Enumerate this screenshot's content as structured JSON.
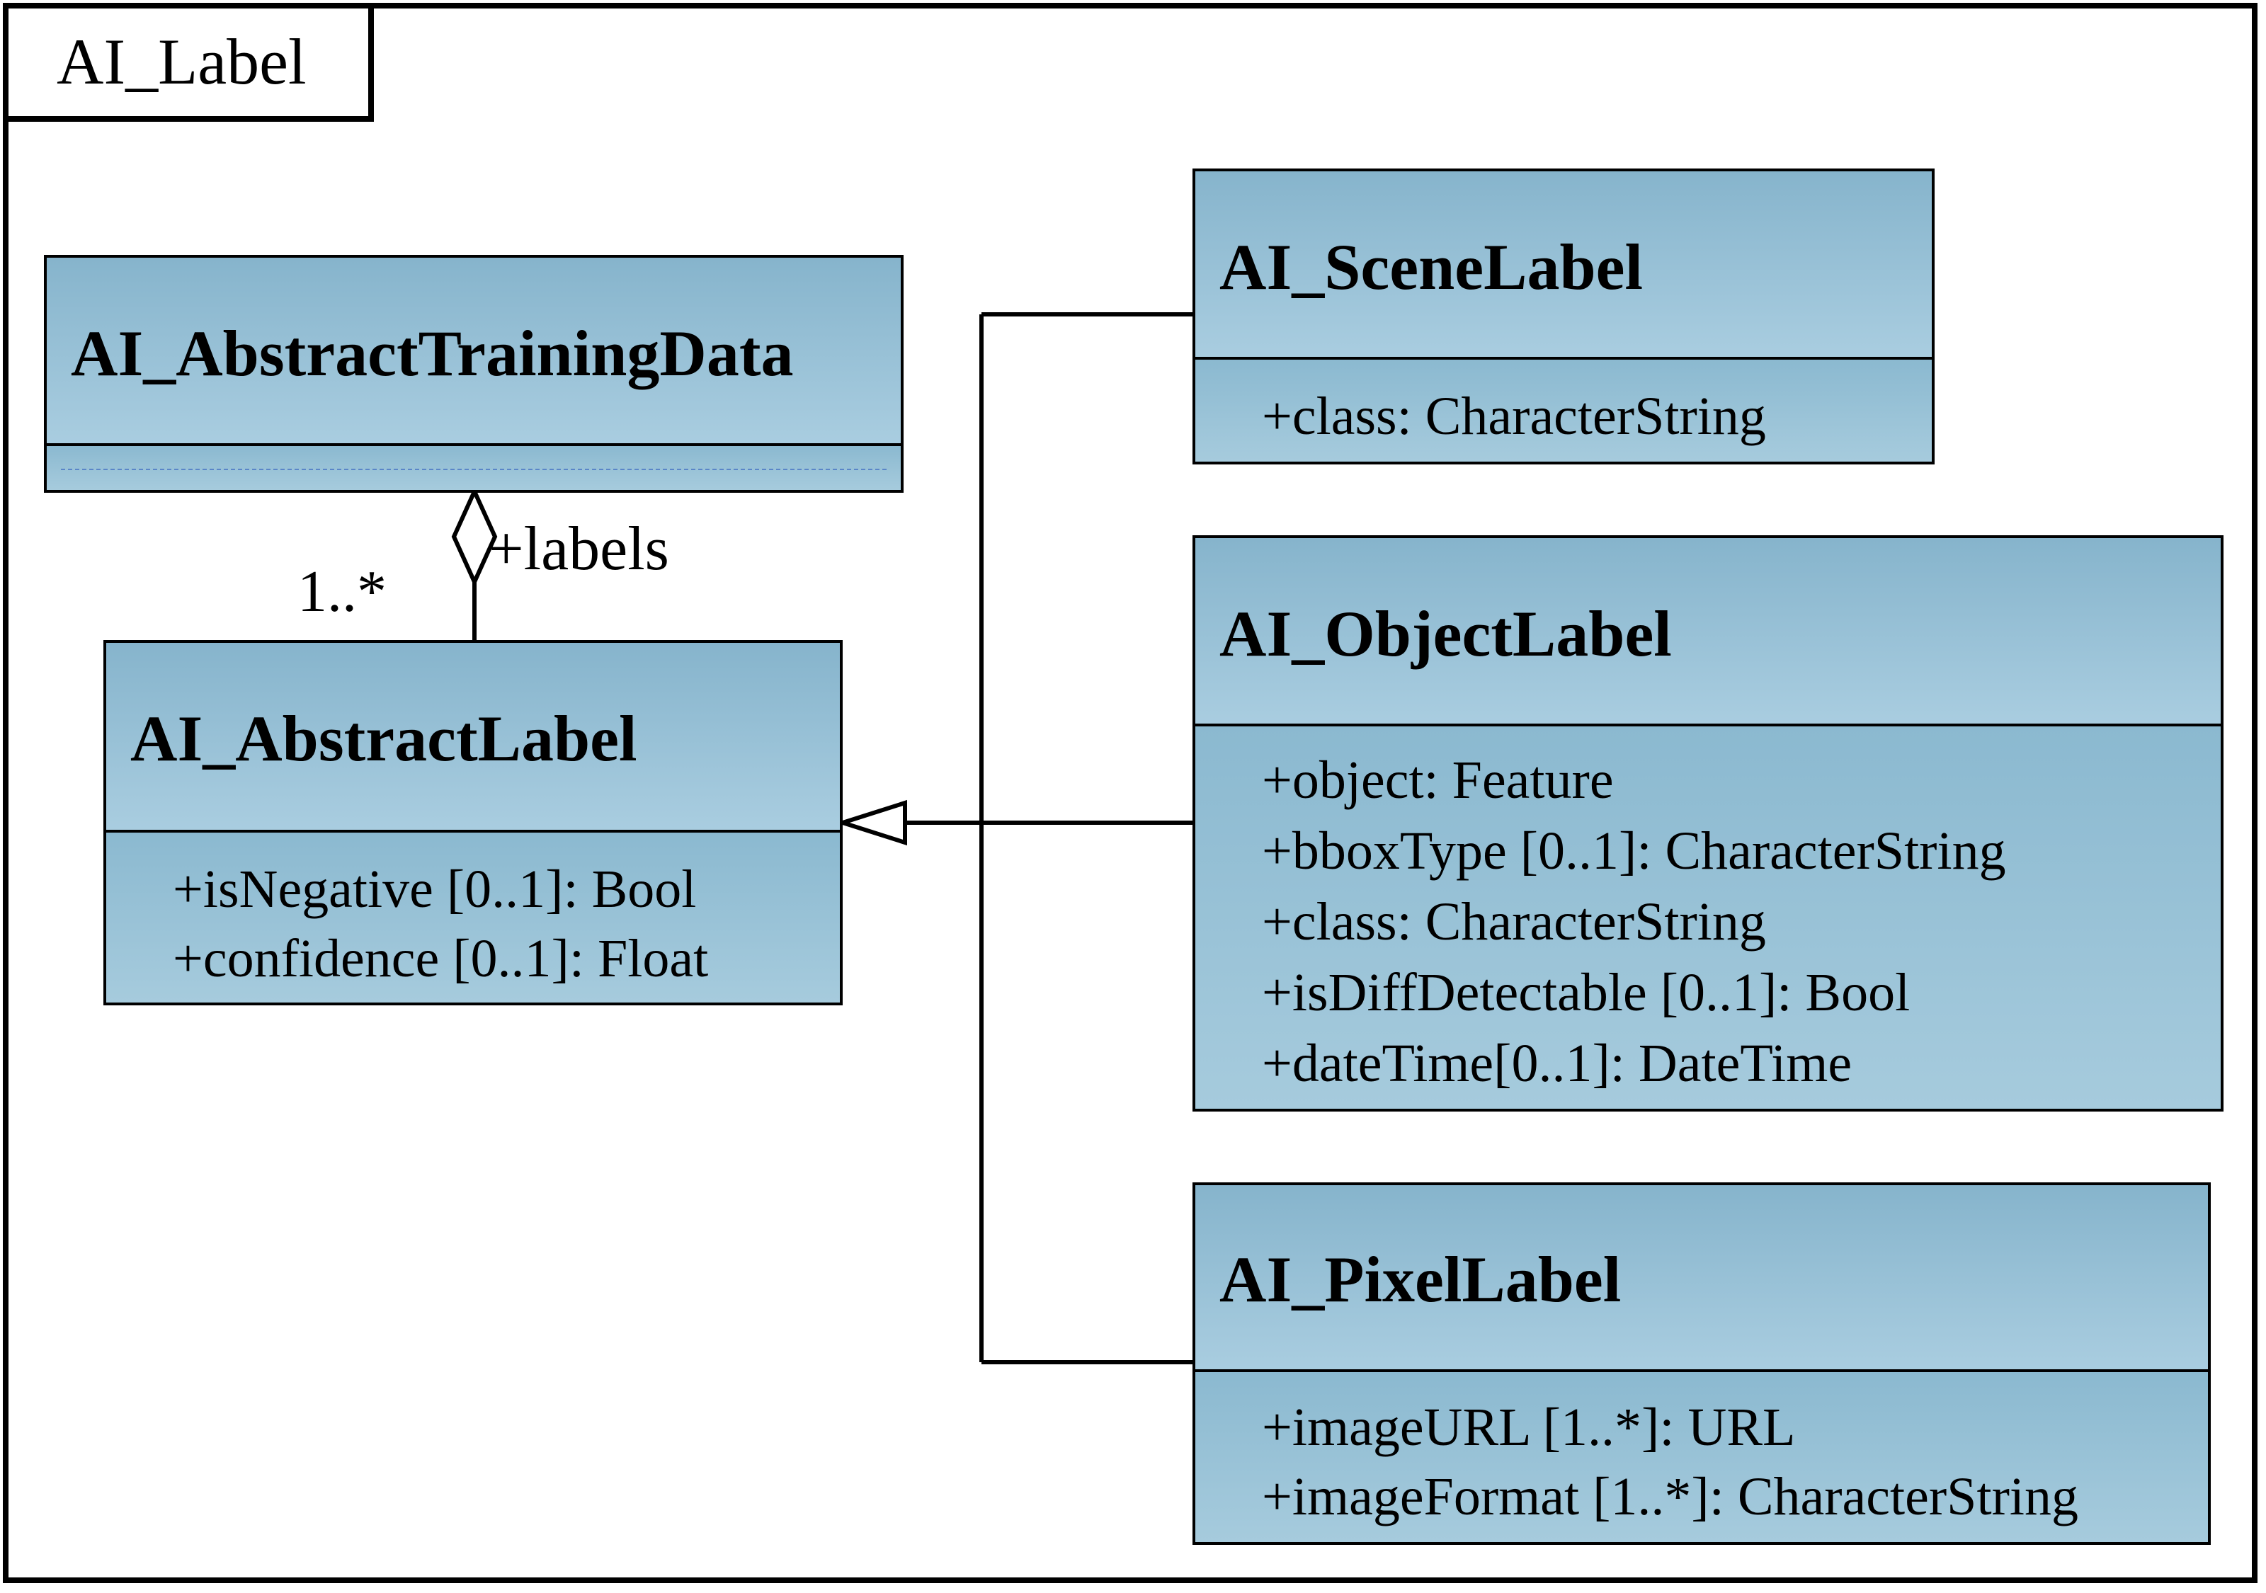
{
  "package": {
    "name": "AI_Label"
  },
  "classes": {
    "training_data": {
      "name": "AI_AbstractTrainingData",
      "attributes": []
    },
    "abstract_label": {
      "name": "AI_AbstractLabel",
      "attributes": [
        "+isNegative [0..1]: Bool",
        "+confidence [0..1]: Float"
      ]
    },
    "scene_label": {
      "name": "AI_SceneLabel",
      "attributes": [
        "+class: CharacterString"
      ]
    },
    "object_label": {
      "name": "AI_ObjectLabel",
      "attributes": [
        "+object: Feature",
        "+bboxType [0..1]: CharacterString",
        "+class: CharacterString",
        "+isDiffDetectable [0..1]: Bool",
        "+dateTime[0..1]: DateTime"
      ]
    },
    "pixel_label": {
      "name": "AI_PixelLabel",
      "attributes": [
        "+imageURL [1..*]: URL",
        "+imageFormat [1..*]: CharacterString"
      ]
    }
  },
  "associations": {
    "aggregation": {
      "role": "+labels",
      "multiplicity": "1..*"
    }
  }
}
